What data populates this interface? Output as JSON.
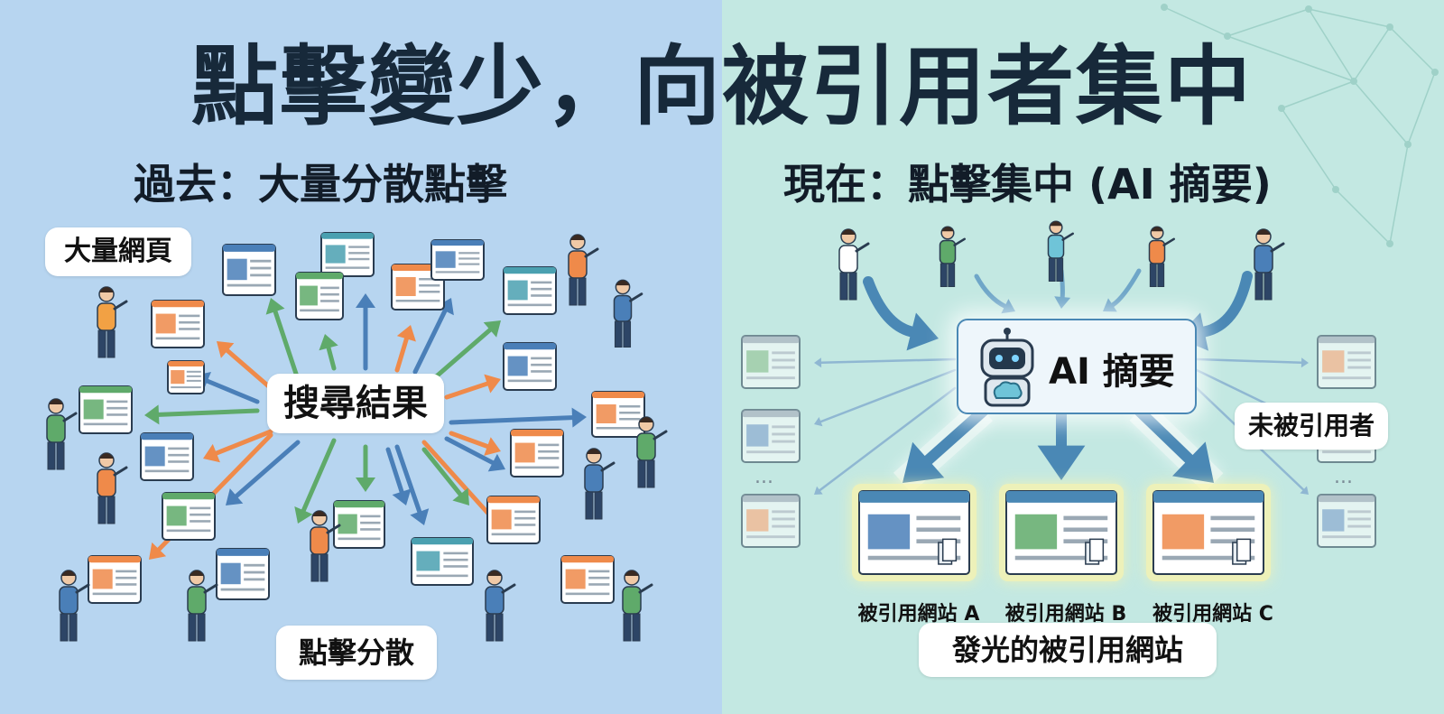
{
  "title": "點擊變少，向被引用者集中",
  "left_panel": {
    "heading": "過去：大量分散點擊",
    "hub_label": "搜尋結果",
    "pages_label": "大量網頁",
    "footer_label": "點擊分散"
  },
  "right_panel": {
    "heading": "現在：點擊集中 (AI 摘要)",
    "hub_label": "AI 摘要",
    "uncited_label": "未被引用者",
    "cited_sites": [
      "被引用網站 A",
      "被引用網站 B",
      "被引用網站 C"
    ],
    "footer_label": "發光的被引用網站",
    "more_indicator": "..."
  },
  "colors": {
    "left_bg": "#b7d5f0",
    "right_bg": "#c3e8e2",
    "blue": "#4a7fb8",
    "green": "#5faa6a",
    "orange": "#ef8a4a",
    "title": "#17293a"
  }
}
